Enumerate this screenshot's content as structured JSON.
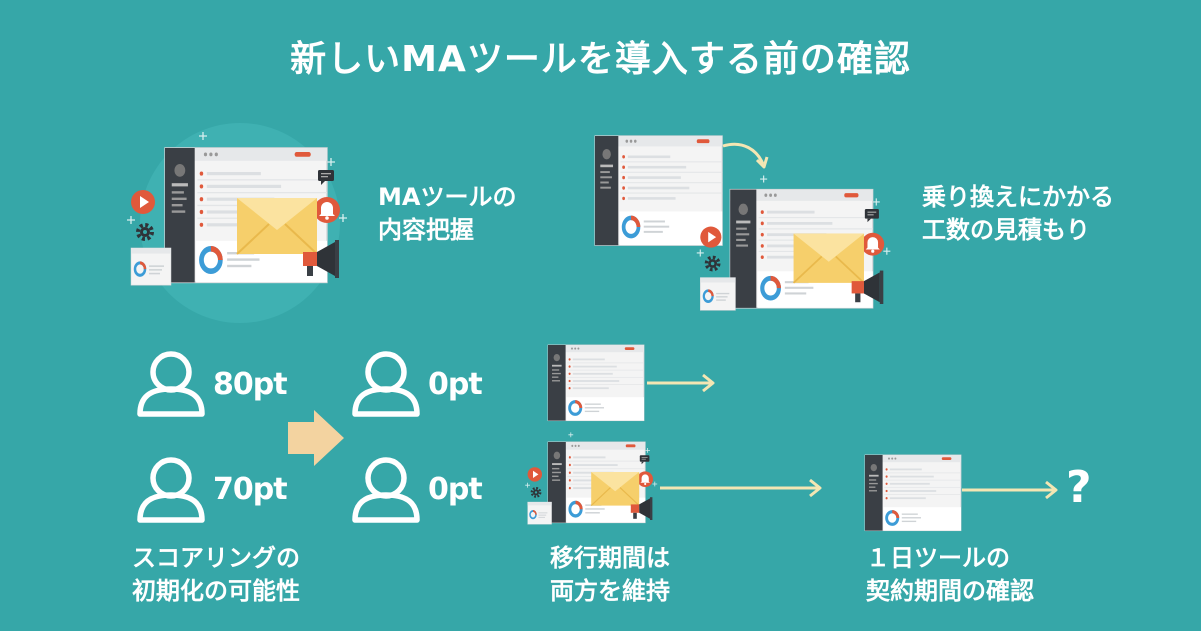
{
  "title": "新しいMAツールを導入する前の確認",
  "captions": {
    "content": [
      "MAツールの",
      "内容把握"
    ],
    "migration_cost": [
      "乗り換えにかかる",
      "工数の見積もり"
    ],
    "scoring": [
      "スコアリングの",
      "初期化の可能性"
    ],
    "parallel": [
      "移行期間は",
      "両方を維持"
    ],
    "contract": [
      "１日ツールの",
      "契約期間の確認"
    ]
  },
  "scores": {
    "before": [
      "80pt",
      "70pt"
    ],
    "after": [
      "0pt",
      "0pt"
    ]
  },
  "question_mark": "?",
  "colors": {
    "background": "#36a7a8",
    "sidebar": "#3a3f45",
    "envelope": "#f6cf6b",
    "accent_red": "#e0593b",
    "arrow_cream": "#f4e6b3",
    "donut_blue": "#3c9cd7"
  },
  "icons": [
    "user-icon",
    "arrow-right-icon",
    "envelope-icon",
    "megaphone-icon",
    "bell-icon",
    "gear-icon",
    "play-icon",
    "chat-icon",
    "donut-chart-icon",
    "sparkle-icon"
  ]
}
